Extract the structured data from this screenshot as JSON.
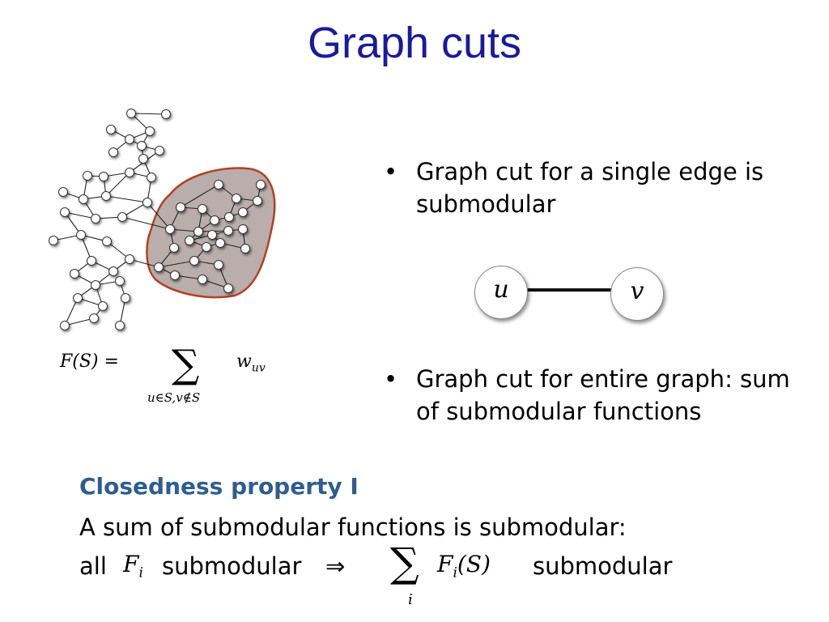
{
  "title": "Graph cuts",
  "formula": {
    "lhs": "F(S) =",
    "sum": "∑",
    "sub": "u∈S,v∉S",
    "term": "w",
    "term_sub": "uv"
  },
  "bullets": [
    "Graph cut for a single edge is submodular",
    "Graph cut for entire graph: sum of submodular functions"
  ],
  "edge_nodes": {
    "u": "u",
    "v": "v"
  },
  "closedness": {
    "heading": "Closedness property I",
    "line1": "A sum of submodular functions is submodular:",
    "line2_prefix": "all",
    "Fi": "F",
    "Fi_sub": "i",
    "word_submodular": "submodular",
    "implies": "⇒",
    "sum": "∑",
    "sum_sub": "i",
    "FiS": "F",
    "FiS_sub": "i",
    "FiS_arg": "(S)",
    "word_submodular2": "submodular"
  },
  "colors": {
    "title": "#1a1a9c",
    "heading": "#2e5d8f",
    "cluster_fill": "#b9aeac",
    "cluster_stroke": "#b5401e"
  }
}
